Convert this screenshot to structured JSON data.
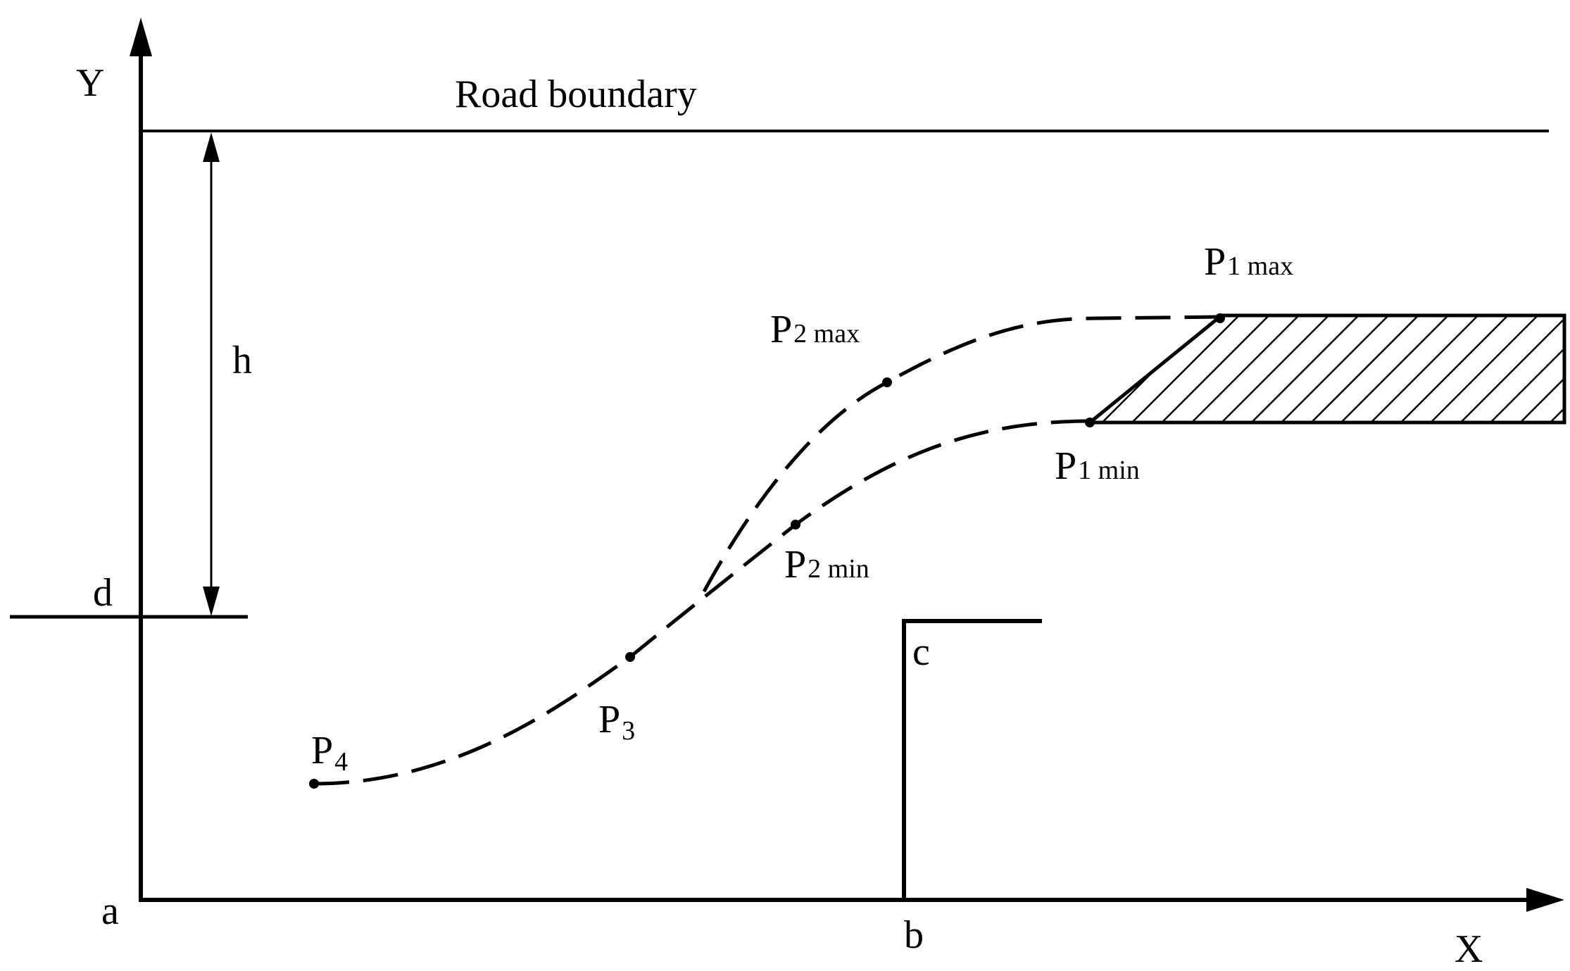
{
  "labels": {
    "y_axis": "Y",
    "x_axis": "X",
    "road_boundary": "Road boundary",
    "h": "h",
    "d": "d",
    "a": "a",
    "b": "b",
    "c": "c"
  },
  "points": {
    "p1_max": {
      "main": "P",
      "sub": "1 max"
    },
    "p1_min": {
      "main": "P",
      "sub": "1 min"
    },
    "p2_max": {
      "main": "P",
      "sub": "2 max"
    },
    "p2_min": {
      "main": "P",
      "sub": "2 min"
    },
    "p3": {
      "main": "P",
      "sub": "3"
    },
    "p4": {
      "main": "P",
      "sub": "4"
    }
  },
  "colors": {
    "ink": "#000000",
    "background": "#ffffff"
  }
}
